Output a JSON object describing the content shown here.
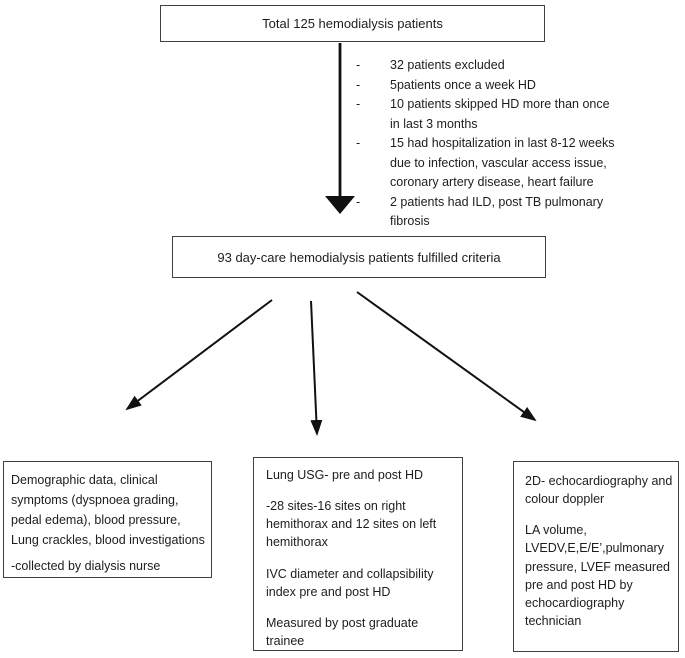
{
  "nodes": {
    "total": {
      "text": "Total 125 hemodialysis patients"
    },
    "fulfilled": {
      "text": "93 day-care hemodialysis patients fulfilled criteria"
    },
    "clinical": {
      "paragraphs": [
        "Demographic data, clinical symptoms (dyspnoea grading, pedal edema), blood pressure, Lung crackles, blood investigations",
        "-collected by dialysis nurse"
      ]
    },
    "lung_usg": {
      "paragraphs": [
        "Lung USG- pre and post HD",
        "-28 sites-16 sites on right hemithorax and 12 sites on left hemithorax",
        "IVC diameter and collapsibility index pre and post HD",
        "Measured by post graduate trainee"
      ]
    },
    "echo": {
      "paragraphs": [
        "2D- echocardiography and colour doppler",
        "LA volume, LVEDV,E,E/E’,pulmonary pressure, LVEF measured pre and post HD by echocardiography technician"
      ]
    }
  },
  "exclusions": {
    "marker": "-",
    "items": [
      "32 patients excluded",
      "5patients once a week HD",
      "10 patients skipped HD more than once in last 3 months",
      "15 had hospitalization in last 8-12 weeks due to infection, vascular access issue, coronary artery disease, heart failure",
      "2 patients had ILD, post TB pulmonary fibrosis"
    ]
  },
  "colors": {
    "background": "#ffffff",
    "border": "#404040",
    "text": "#1d1d1d",
    "arrow": "#111111"
  }
}
